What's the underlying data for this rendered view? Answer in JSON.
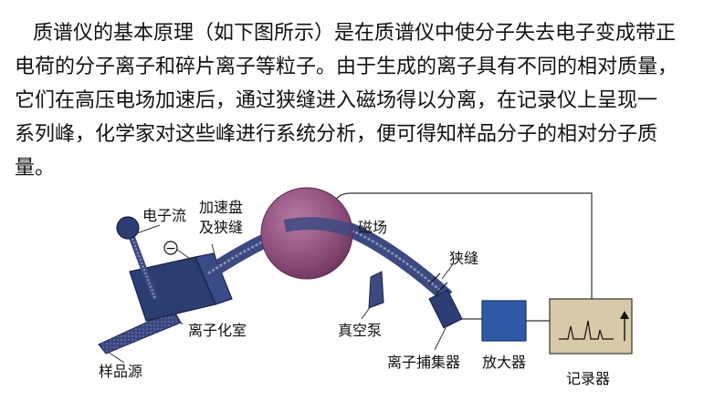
{
  "paragraph": {
    "lines": [
      "质谱仪的基本原理（如下图所示）是在质谱仪中使分子失去电子变成带正",
      "电荷的分子离子和碎片离子等粒子。由于生成的离子具有不同的相对质量，",
      "它们在高压电场加速后，通过狭缝进入磁场得以分离，在记录仪上呈现一",
      "系列峰，化学家对这些峰进行系统分析，便可得知样品分子的相对分子质",
      "量。"
    ]
  },
  "diagram": {
    "labels": {
      "electron_beam": "电子流",
      "accel_plate_1": "加速盘",
      "accel_plate_2": "及狭缝",
      "magnetic_field": "磁场",
      "slit": "狭缝",
      "ionization_chamber": "离子化室",
      "vacuum_pump": "真空泵",
      "ion_collector": "离子捕集器",
      "amplifier": "放大器",
      "sample_source": "样品源",
      "recorder": "记录器"
    },
    "symbols": {
      "minus": "−"
    },
    "colors": {
      "chamber": "#2c3d72",
      "magnet": "#8a4a78",
      "amplifier": "#2f5aa6",
      "recorder": "#d8c9a8",
      "tube": "#3c4a80"
    }
  }
}
